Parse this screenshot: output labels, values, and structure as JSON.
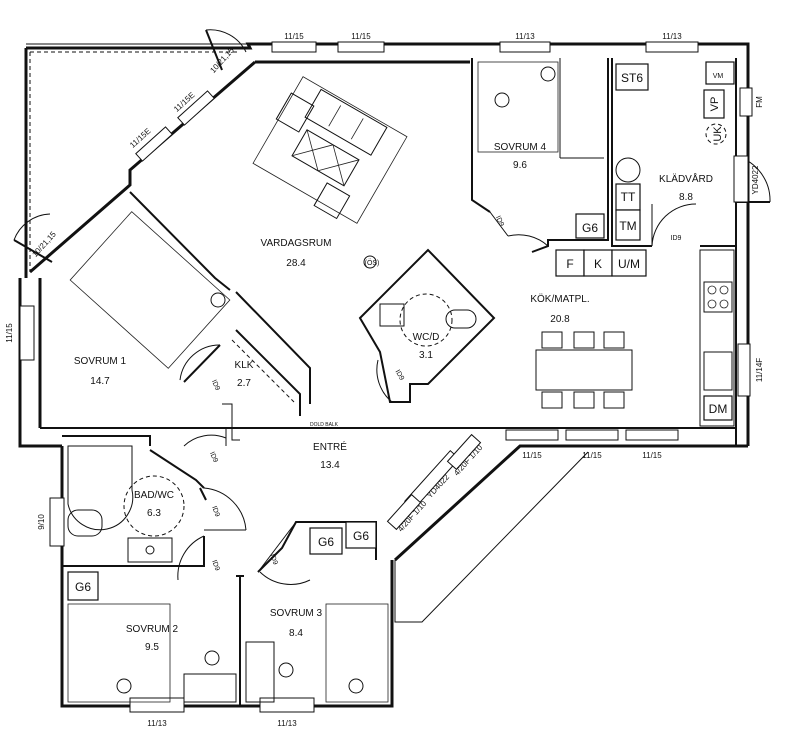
{
  "rooms": {
    "sovrum4": {
      "name": "SOVRUM 4",
      "area": "9.6"
    },
    "vardagsrum": {
      "name": "VARDAGSRUM",
      "area": "28.4"
    },
    "sovrum1": {
      "name": "SOVRUM 1",
      "area": "14.7"
    },
    "klk": {
      "name": "KLK",
      "area": "2.7"
    },
    "wcd": {
      "name": "WC/D",
      "area": "3.1"
    },
    "kok": {
      "name": "KÖK/MATPL.",
      "area": "20.8"
    },
    "kladvard": {
      "name": "KLÄDVÅRD",
      "area": "8.8"
    },
    "entre": {
      "name": "ENTRÉ",
      "area": "13.4"
    },
    "badwc": {
      "name": "BAD/WC",
      "area": "6.3"
    },
    "sovrum2": {
      "name": "SOVRUM 2",
      "area": "9.5"
    },
    "sovrum3": {
      "name": "SOVRUM 3",
      "area": "8.4"
    }
  },
  "windows": {
    "w_top1": "11/15",
    "w_top2": "11/15",
    "w_top3": "11/13",
    "w_top4": "11/13",
    "w_diag1": "11/15E",
    "w_diag2": "11/15E",
    "w_left": "11/15",
    "w_kok1": "11/15",
    "w_kok2": "11/15",
    "w_kok3": "11/15",
    "w_right": "11/14F",
    "w_bad": "9/10",
    "w_s2": "11/13",
    "w_s3": "11/13",
    "fm": "FM"
  },
  "doors": {
    "d_top": "10/21,15",
    "d_left": "10/21,15",
    "d_kladvard": "YD4022",
    "d_entre1": "YD4022",
    "d_entre2": "4/20F 1/10",
    "d_entre3": "4/20F 1/10",
    "id_sovrum4": "ID9",
    "id_kladvard": "ID9",
    "id_klk": "ID9",
    "id_wc": "ID9",
    "id_entre": "ID9",
    "id_bad": "ID9",
    "id_s2": "ID9",
    "id_s3": "ID9"
  },
  "fixtures": {
    "st6": "ST6",
    "vm": "VM",
    "vp": "VP",
    "uk": "UK",
    "tt": "TT",
    "tm": "TM",
    "g6_kladvard": "G6",
    "f": "F",
    "k": "K",
    "um": "U/M",
    "dm": "DM",
    "g6_s3a": "G6",
    "g6_s3b": "G6",
    "g6_s2": "G6",
    "os": "(ÖS)",
    "bold_balk": "DOLD BALK"
  }
}
